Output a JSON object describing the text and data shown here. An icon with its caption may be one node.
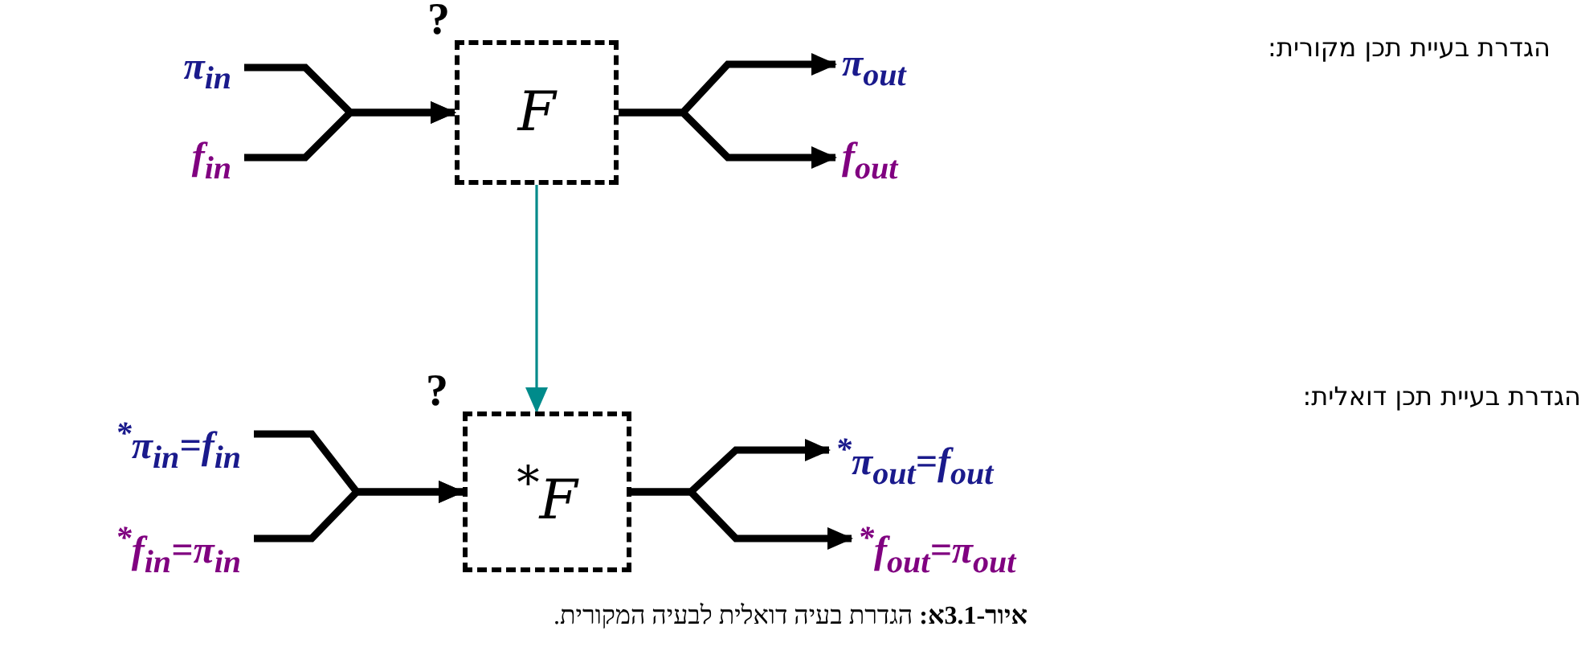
{
  "diagram": {
    "caption": "**איור-3.1א:** הגדרת בעיה דואלית לבעיה המקורית.",
    "nodes": [
      {
        "text": [
          "π$_{in}$"
        ]
      },
      {
        "text": [
          "f$_{in}$"
        ]
      },
      {
        "text": [
          "F"
        ],
        "beside": [
          "?"
        ]
      },
      {
        "text": [
          "π$_{out}$"
        ]
      },
      {
        "text": [
          "f$_{out}$"
        ]
      },
      {
        "text": [
          "$^{*}$π$_{in}$=f$_{in}$"
        ]
      },
      {
        "text": [
          "$^{*}$f$_{in}$=π$_{in}$"
        ]
      },
      {
        "text": [
          "$^{*}$F"
        ],
        "beside": [
          "?"
        ]
      },
      {
        "text": [
          "$^{*}$π$_{out}$=f$_{out}$"
        ]
      },
      {
        "text": [
          "$^{*}$f$_{out}$=π$_{out}$"
        ]
      }
    ],
    "edges": [
      {
        "from": 0,
        "to": 2,
        "arrow": "to"
      },
      {
        "from": 1,
        "to": 2,
        "arrow": "to"
      },
      {
        "from": 2,
        "to": 3,
        "arrow": "to"
      },
      {
        "from": 2,
        "to": 4,
        "arrow": "to"
      },
      {
        "from": 2,
        "to": 7,
        "arrow": "to",
        "color": "#008b8b"
      },
      {
        "from": 5,
        "to": 7,
        "arrow": "to"
      },
      {
        "from": 6,
        "to": 7,
        "arrow": "to"
      },
      {
        "from": 7,
        "to": 8,
        "arrow": "to"
      },
      {
        "from": 7,
        "to": 9,
        "arrow": "to"
      }
    ],
    "labels": [
      "הגדרת בעיית תכן מקורית:",
      "הגדרת בעיית תכן דואלית:"
    ]
  }
}
